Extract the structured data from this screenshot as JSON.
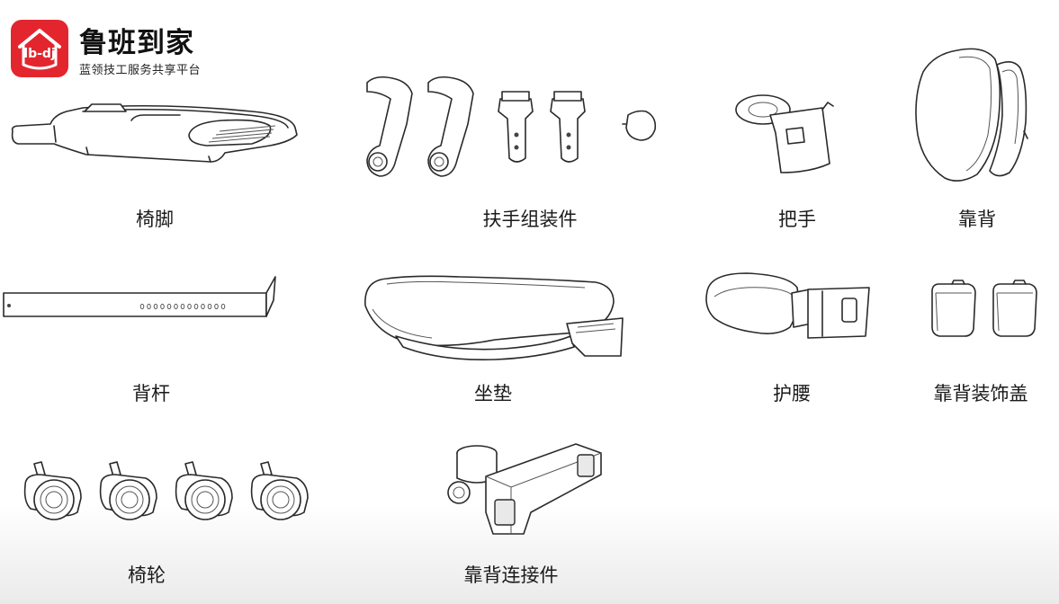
{
  "brand": {
    "logo_text": "lb-dj",
    "name": "鲁班到家",
    "slogan": "蓝领技工服务共享平台",
    "accent_color": "#e3262e"
  },
  "parts": [
    {
      "id": "chair-base",
      "label": "椅脚",
      "icon": "chair-base-icon"
    },
    {
      "id": "armrest-assembly",
      "label": "扶手组装件",
      "icon": "armrest-assembly-icon"
    },
    {
      "id": "handle",
      "label": "把手",
      "icon": "handle-icon"
    },
    {
      "id": "backrest",
      "label": "靠背",
      "icon": "backrest-icon"
    },
    {
      "id": "back-rod",
      "label": "背杆",
      "icon": "back-rod-icon"
    },
    {
      "id": "seat-cushion",
      "label": "坐垫",
      "icon": "seat-cushion-icon"
    },
    {
      "id": "lumbar-support",
      "label": "护腰",
      "icon": "lumbar-support-icon"
    },
    {
      "id": "backrest-cover",
      "label": "靠背装饰盖",
      "icon": "backrest-cover-icon"
    },
    {
      "id": "casters",
      "label": "椅轮",
      "icon": "caster-wheel-icon"
    },
    {
      "id": "backrest-connector",
      "label": "靠背连接件",
      "icon": "backrest-connector-icon"
    }
  ]
}
